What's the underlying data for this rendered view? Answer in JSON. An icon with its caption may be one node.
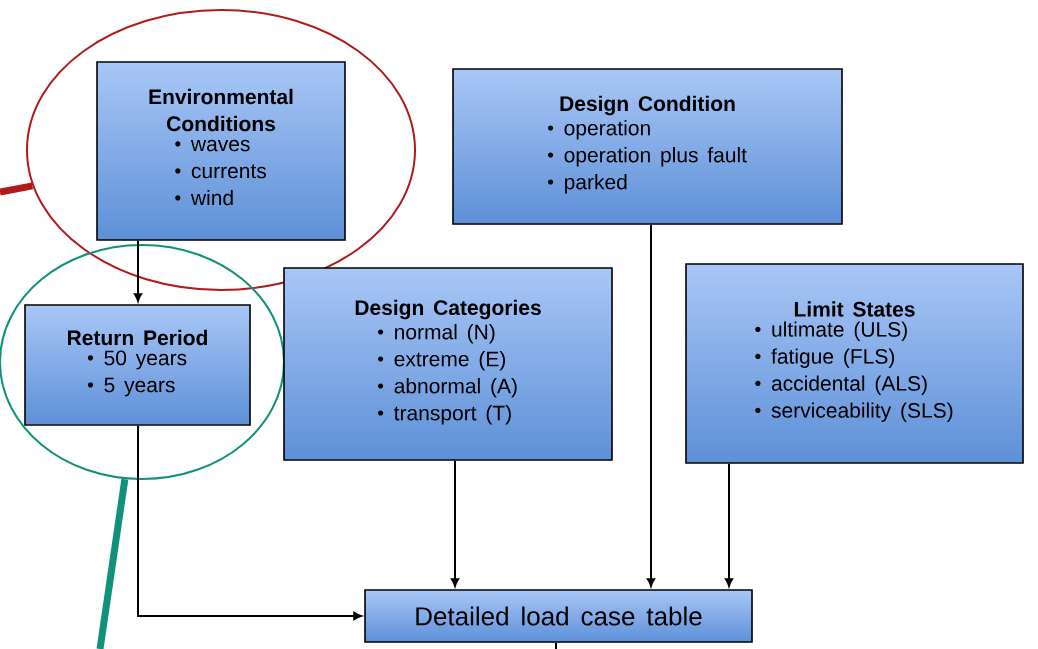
{
  "diagram": {
    "nodes": [
      {
        "text": [],
        "shape": "circle"
      },
      {
        "text": [
          "Environmental Conditions",
          "waves",
          "currents",
          "wind"
        ],
        "in": 0
      },
      {
        "text": [
          "Design Condition",
          "operation",
          "operation plus fault",
          "parked"
        ]
      },
      {
        "text": [],
        "shape": "circle"
      },
      {
        "text": [
          "Return Period",
          "50 years",
          "5 years"
        ],
        "in": 3
      },
      {
        "text": [
          "Design Categories",
          "normal (N)",
          "extreme (E)",
          "abnormal (A)",
          "transport (T)"
        ]
      },
      {
        "text": [
          "Limit States",
          "ultimate (ULS)",
          "fatigue (FLS)",
          "accidental (ALS)",
          "serviceability (SLS)"
        ]
      },
      {
        "text": [
          "Detailed load case table"
        ]
      }
    ],
    "edges": [
      {
        "from": 1,
        "to": 4,
        "arrow": "to"
      },
      {
        "from": 4,
        "to": 7,
        "arrow": "to"
      },
      {
        "from": 5,
        "to": 7,
        "arrow": "to"
      },
      {
        "from": 2,
        "to": 7,
        "arrow": "to"
      },
      {
        "from": 6,
        "to": 7,
        "arrow": "to"
      },
      {
        "from": 7,
        "to": null,
        "arrow": "none"
      },
      {
        "from": null,
        "to": 0,
        "arrow": "none",
        "style": "thick",
        "color": "#b01a1a"
      },
      {
        "from": 3,
        "to": null,
        "arrow": "none",
        "style": "thick",
        "color": "#12917a"
      }
    ]
  }
}
